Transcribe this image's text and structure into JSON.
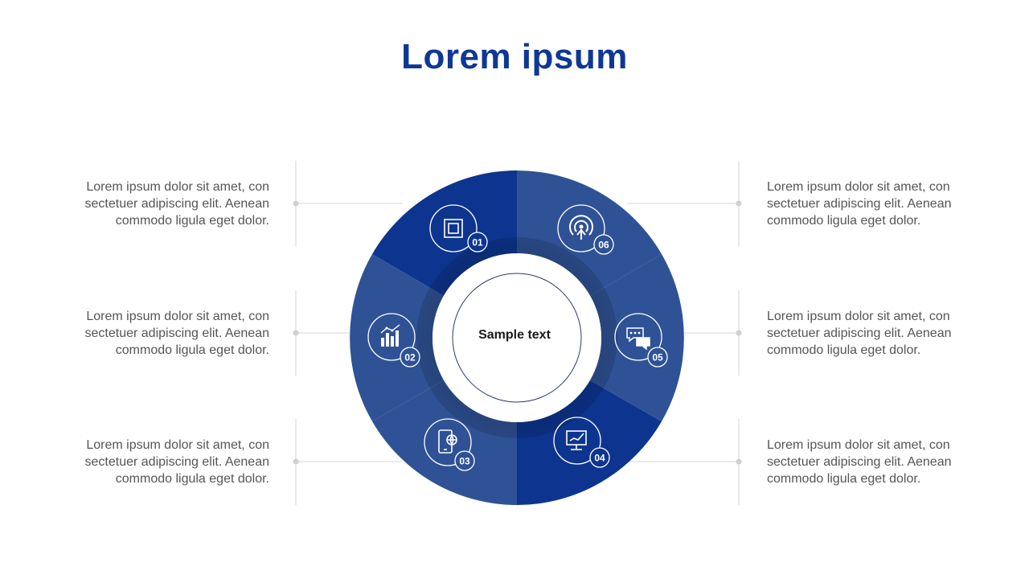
{
  "title": "Lorem ipsum",
  "center_text": "Sample text",
  "colors": {
    "title": "#0e3895",
    "segment_dark": "#0d3590",
    "segment_light": "#2f5296",
    "connector": "#d0d0d0",
    "text": "#555555"
  },
  "segments": [
    {
      "number": "01",
      "icon": "square-frame-icon"
    },
    {
      "number": "02",
      "icon": "bar-chart-icon"
    },
    {
      "number": "03",
      "icon": "mobile-globe-icon"
    },
    {
      "number": "04",
      "icon": "monitor-check-icon"
    },
    {
      "number": "05",
      "icon": "chat-bubbles-icon"
    },
    {
      "number": "06",
      "icon": "broadcast-target-icon"
    }
  ],
  "descriptions": {
    "left": [
      {
        "line1": "Lorem ipsum dolor sit amet, con",
        "line2": "sectetuer adipiscing elit. Aenean",
        "line3": "commodo ligula eget dolor."
      },
      {
        "line1": "Lorem ipsum dolor sit amet, con",
        "line2": "sectetuer adipiscing elit. Aenean",
        "line3": "commodo ligula eget dolor."
      },
      {
        "line1": "Lorem ipsum dolor sit amet, con",
        "line2": "sectetuer adipiscing elit. Aenean",
        "line3": "commodo ligula eget dolor."
      }
    ],
    "right": [
      {
        "line1": "Lorem ipsum dolor sit amet, con",
        "line2": "sectetuer adipiscing elit. Aenean",
        "line3": "commodo ligula eget dolor."
      },
      {
        "line1": "Lorem ipsum dolor sit amet, con",
        "line2": "sectetuer adipiscing elit. Aenean",
        "line3": "commodo ligula eget dolor."
      },
      {
        "line1": "Lorem ipsum dolor sit amet, con",
        "line2": "sectetuer adipiscing elit. Aenean",
        "line3": "commodo ligula eget dolor."
      }
    ]
  }
}
